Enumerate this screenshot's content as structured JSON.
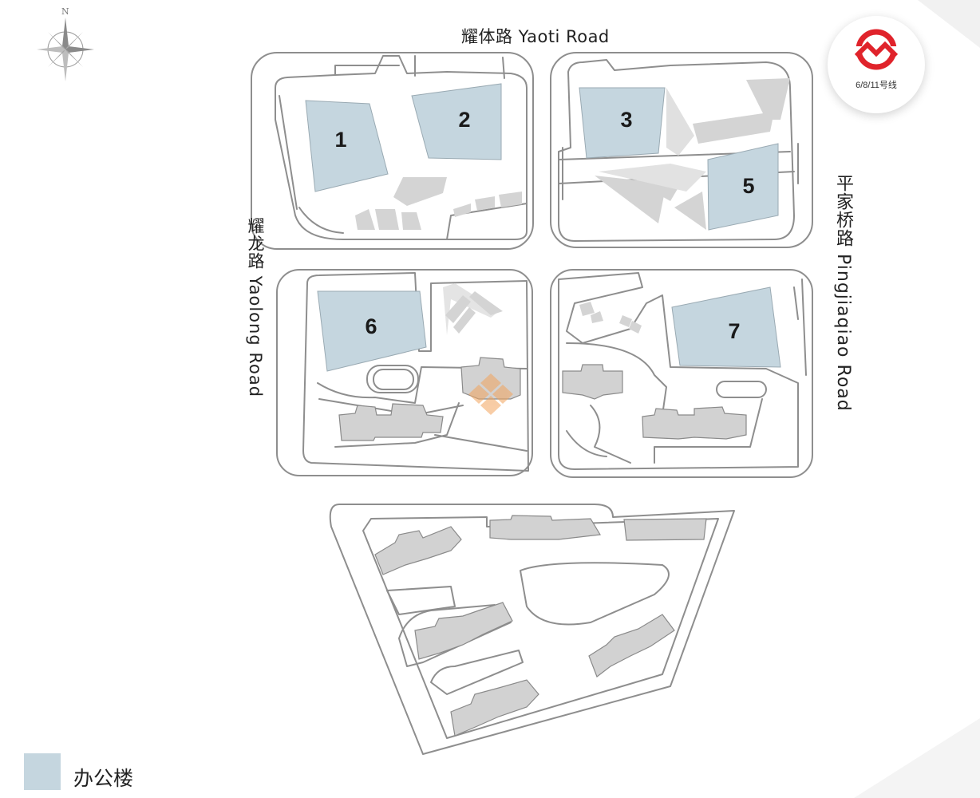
{
  "roads": {
    "top": "耀体路  Yaoti Road",
    "left": "耀龙路  Yaolong Road",
    "right": "平家桥路  Pingjiaqiao Road"
  },
  "compass": {
    "north_label": "N",
    "icon": "compass-rose-icon"
  },
  "metro": {
    "lines": "6/8/11号线",
    "icon": "shanghai-metro-logo-icon",
    "color": "#e0232b"
  },
  "buildings": {
    "b1": "1",
    "b2": "2",
    "b3": "3",
    "b5": "5",
    "b6": "6",
    "b7": "7"
  },
  "legend": {
    "label": "办公楼",
    "color": "#c5d6df"
  },
  "colors": {
    "office": "#c5d6df",
    "residential": "#d2d2d2",
    "outline": "#8a8a8a"
  }
}
